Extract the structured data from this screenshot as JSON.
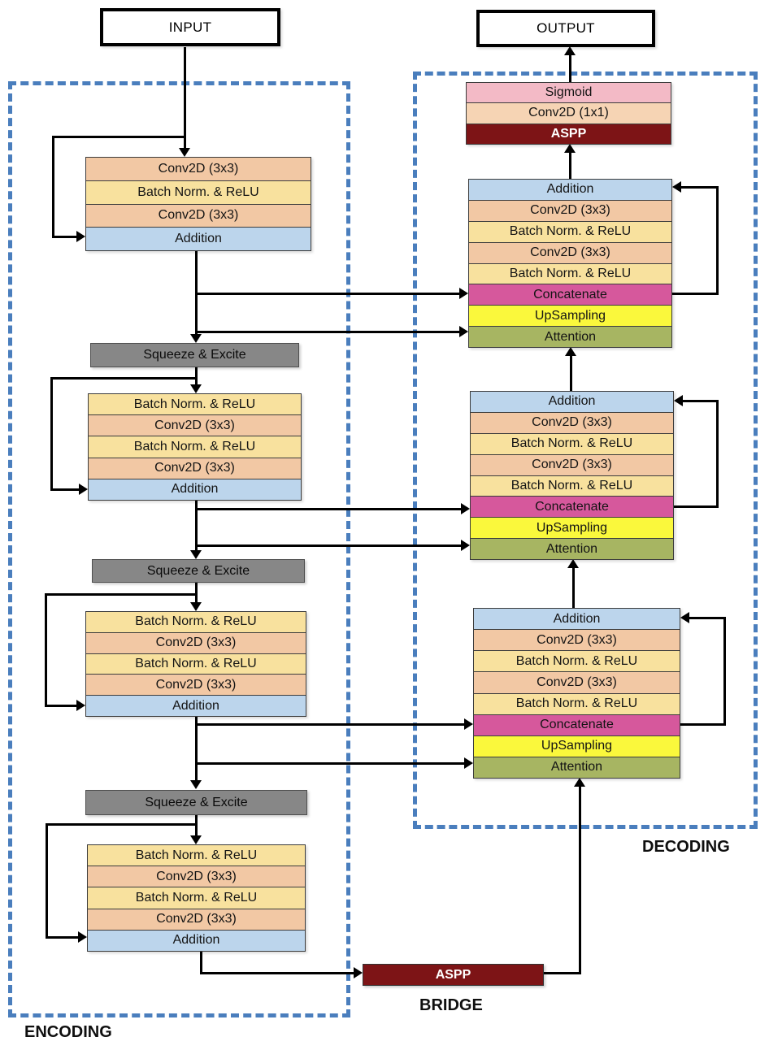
{
  "colors": {
    "conv": "#F2C8A4",
    "bn": "#F8E19E",
    "add": "#BCD5EC",
    "concat": "#D6589C",
    "up": "#FAF83C",
    "attn": "#A7B562",
    "sigmoid": "#F3BAC6",
    "conv1x1": "#F6D4B4",
    "aspp": "#7D1416",
    "se": "#878787",
    "dashed": "#4A7EBD",
    "arrow": "#000000"
  },
  "io": {
    "input": "INPUT",
    "output": "OUTPUT"
  },
  "regions": {
    "encoding": "ENCODING",
    "decoding": "DECODING",
    "bridge": "BRIDGE"
  },
  "bridge": {
    "label": "ASPP"
  },
  "se_blocks": [
    {
      "label": "Squeeze & Excite"
    },
    {
      "label": "Squeeze & Excite"
    },
    {
      "label": "Squeeze & Excite"
    }
  ],
  "blocks": {
    "encoder1": {
      "rows": [
        {
          "label": "Conv2D (3x3)",
          "type": "conv"
        },
        {
          "label": "Batch Norm. & ReLU",
          "type": "bn"
        },
        {
          "label": "Conv2D (3x3)",
          "type": "conv"
        },
        {
          "label": "Addition",
          "type": "add"
        }
      ]
    },
    "encoder2": {
      "rows": [
        {
          "label": "Batch Norm. & ReLU",
          "type": "bn"
        },
        {
          "label": "Conv2D (3x3)",
          "type": "conv"
        },
        {
          "label": "Batch Norm. & ReLU",
          "type": "bn"
        },
        {
          "label": "Conv2D (3x3)",
          "type": "conv"
        },
        {
          "label": "Addition",
          "type": "add"
        }
      ]
    },
    "encoder3": {
      "rows": [
        {
          "label": "Batch Norm. & ReLU",
          "type": "bn"
        },
        {
          "label": "Conv2D (3x3)",
          "type": "conv"
        },
        {
          "label": "Batch Norm. & ReLU",
          "type": "bn"
        },
        {
          "label": "Conv2D (3x3)",
          "type": "conv"
        },
        {
          "label": "Addition",
          "type": "add"
        }
      ]
    },
    "encoder4": {
      "rows": [
        {
          "label": "Batch Norm. & ReLU",
          "type": "bn"
        },
        {
          "label": "Conv2D (3x3)",
          "type": "conv"
        },
        {
          "label": "Batch Norm. & ReLU",
          "type": "bn"
        },
        {
          "label": "Conv2D (3x3)",
          "type": "conv"
        },
        {
          "label": "Addition",
          "type": "add"
        }
      ]
    },
    "decoder1": {
      "rows": [
        {
          "label": "Addition",
          "type": "add"
        },
        {
          "label": "Conv2D (3x3)",
          "type": "conv"
        },
        {
          "label": "Batch Norm. & ReLU",
          "type": "bn"
        },
        {
          "label": "Conv2D (3x3)",
          "type": "conv"
        },
        {
          "label": "Batch Norm. & ReLU",
          "type": "bn"
        },
        {
          "label": "Concatenate",
          "type": "concat"
        },
        {
          "label": "UpSampling",
          "type": "up"
        },
        {
          "label": "Attention",
          "type": "attn"
        }
      ]
    },
    "decoder2": {
      "rows": [
        {
          "label": "Addition",
          "type": "add"
        },
        {
          "label": "Conv2D (3x3)",
          "type": "conv"
        },
        {
          "label": "Batch Norm. & ReLU",
          "type": "bn"
        },
        {
          "label": "Conv2D (3x3)",
          "type": "conv"
        },
        {
          "label": "Batch Norm. & ReLU",
          "type": "bn"
        },
        {
          "label": "Concatenate",
          "type": "concat"
        },
        {
          "label": "UpSampling",
          "type": "up"
        },
        {
          "label": "Attention",
          "type": "attn"
        }
      ]
    },
    "decoder3": {
      "rows": [
        {
          "label": "Addition",
          "type": "add"
        },
        {
          "label": "Conv2D (3x3)",
          "type": "conv"
        },
        {
          "label": "Batch Norm. & ReLU",
          "type": "bn"
        },
        {
          "label": "Conv2D (3x3)",
          "type": "conv"
        },
        {
          "label": "Batch Norm. & ReLU",
          "type": "bn"
        },
        {
          "label": "Concatenate",
          "type": "concat"
        },
        {
          "label": "UpSampling",
          "type": "up"
        },
        {
          "label": "Attention",
          "type": "attn"
        }
      ]
    },
    "output_head": {
      "rows": [
        {
          "label": "Sigmoid",
          "type": "sigmoid"
        },
        {
          "label": "Conv2D (1x1)",
          "type": "conv1x1"
        },
        {
          "label": "ASPP",
          "type": "aspp"
        }
      ]
    }
  }
}
